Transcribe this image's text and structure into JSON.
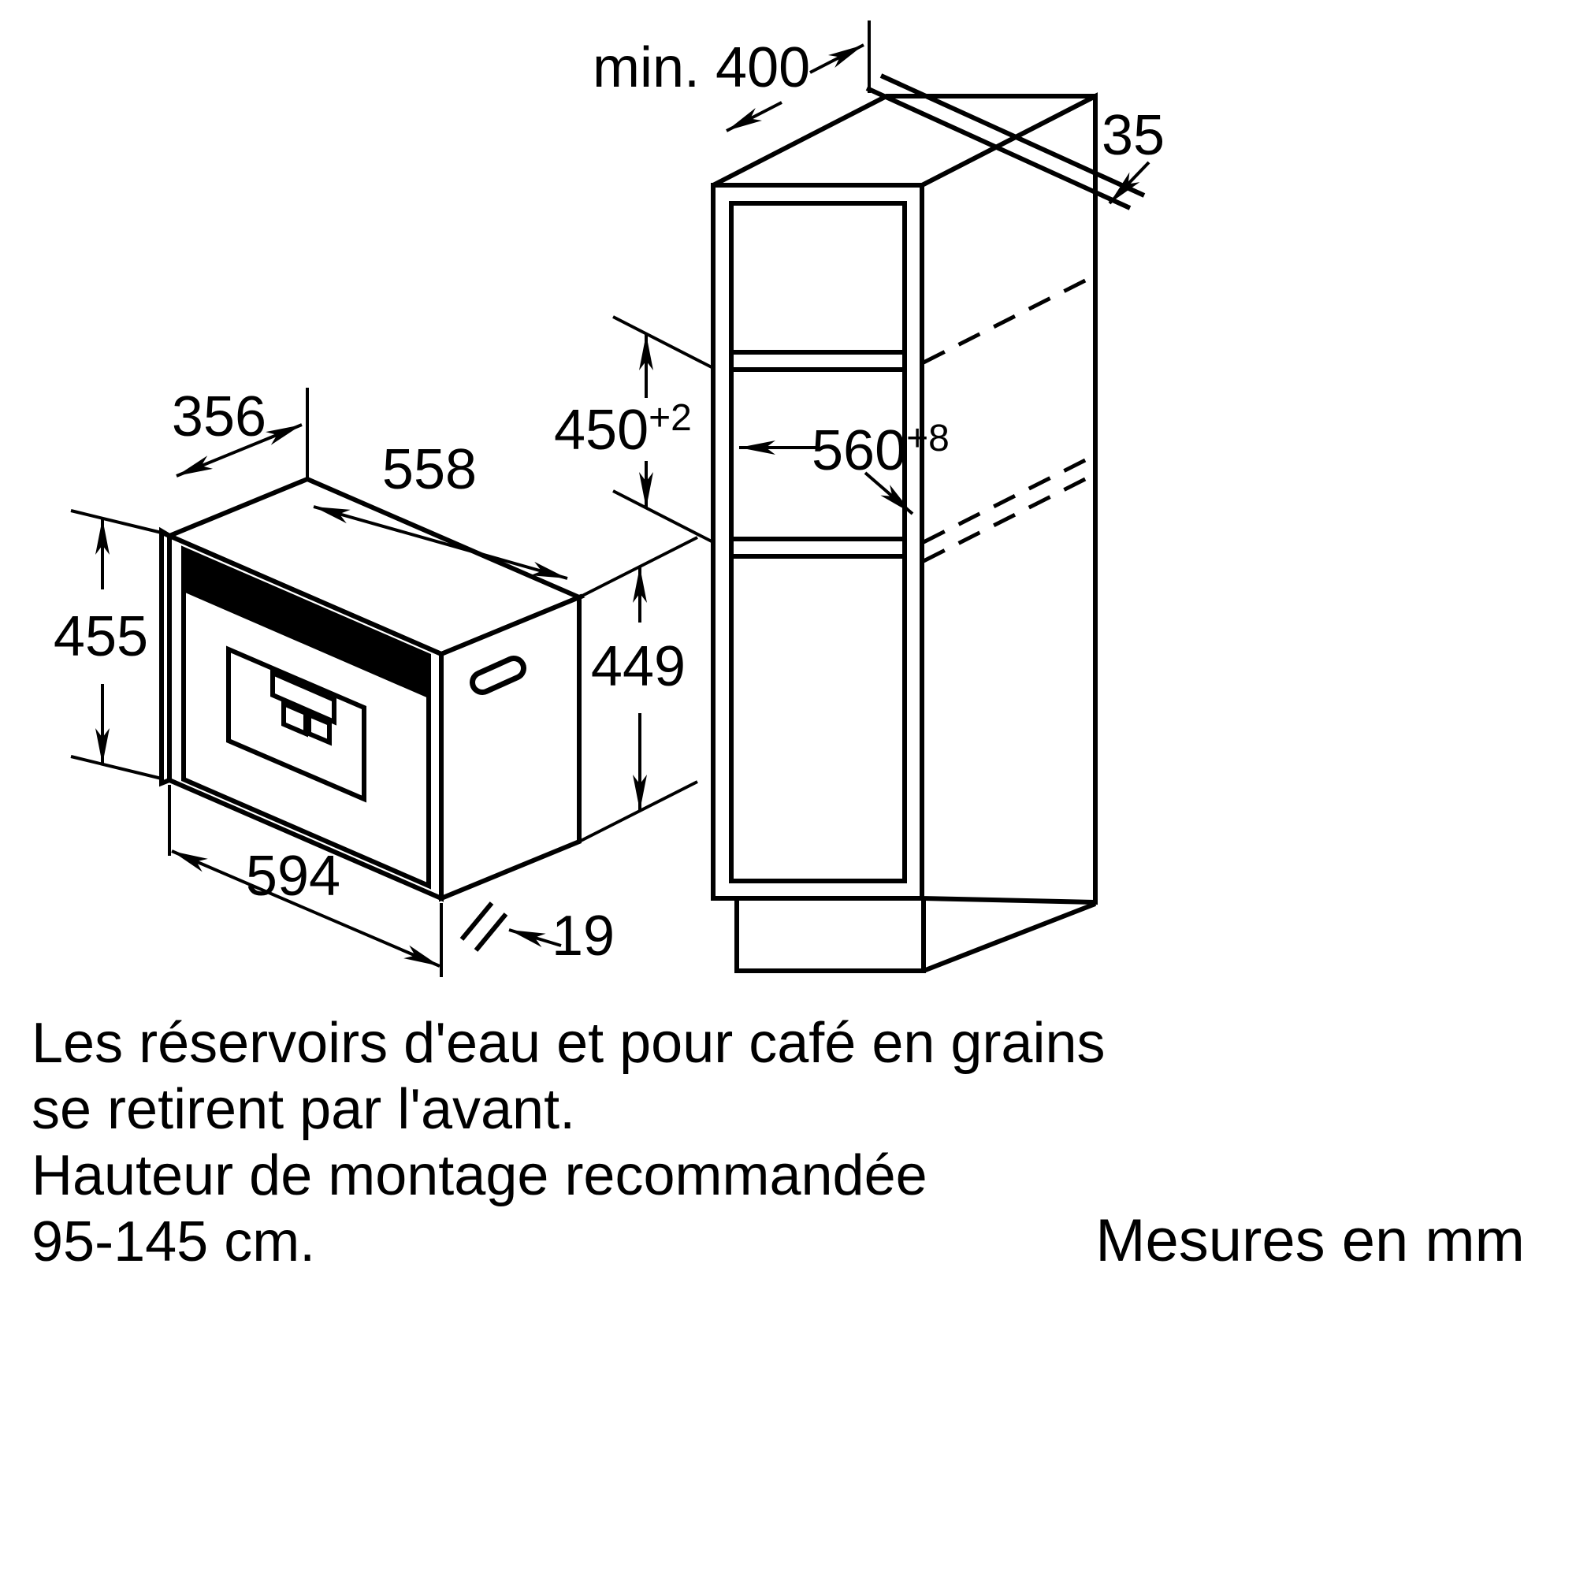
{
  "diagram": {
    "appliance": {
      "dim_depth_top": "356",
      "dim_width_top": "558",
      "dim_height_front": "455",
      "dim_height_rear": "449",
      "dim_width_bottom": "594",
      "dim_door_proud": "19"
    },
    "cabinet": {
      "dim_top_clearance": "min. 400",
      "dim_rear_gap": "35",
      "dim_niche_height": "450",
      "dim_niche_height_tol": "+2",
      "dim_niche_depth": "560",
      "dim_niche_depth_tol": "+8"
    },
    "notes": {
      "line1": "Les réservoirs d'eau et pour café en grains",
      "line2": "se retirent par l'avant.",
      "line3": "Hauteur de montage recommandée",
      "line4": "95-145 cm."
    },
    "footer": "Mesures en mm"
  }
}
